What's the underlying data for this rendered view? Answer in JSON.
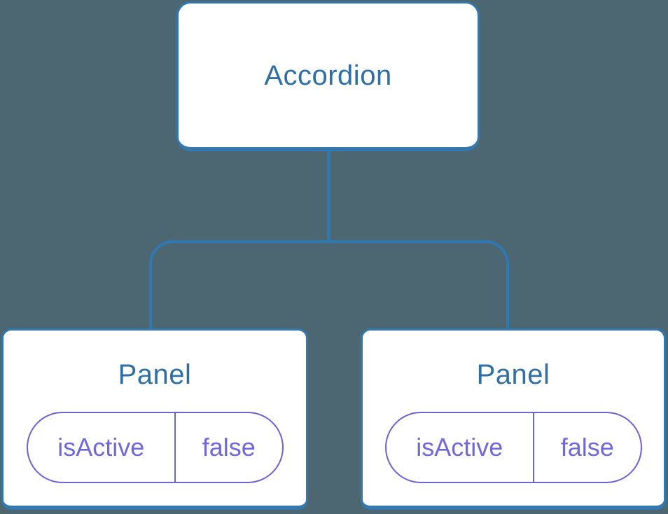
{
  "colors": {
    "bg": "#4C6772",
    "stroke-blue": "#3478AD",
    "line-blue": "#2E79B4",
    "text-blue": "#2F6FA5",
    "stroke-purple": "#6A63D6",
    "text-purple": "#6F68DB",
    "node-bg": "#FFFFFF"
  },
  "tree": {
    "root": {
      "label": "Accordion"
    },
    "children": [
      {
        "label": "Panel",
        "state": {
          "key": "isActive",
          "value": "false"
        }
      },
      {
        "label": "Panel",
        "state": {
          "key": "isActive",
          "value": "false"
        }
      }
    ]
  }
}
